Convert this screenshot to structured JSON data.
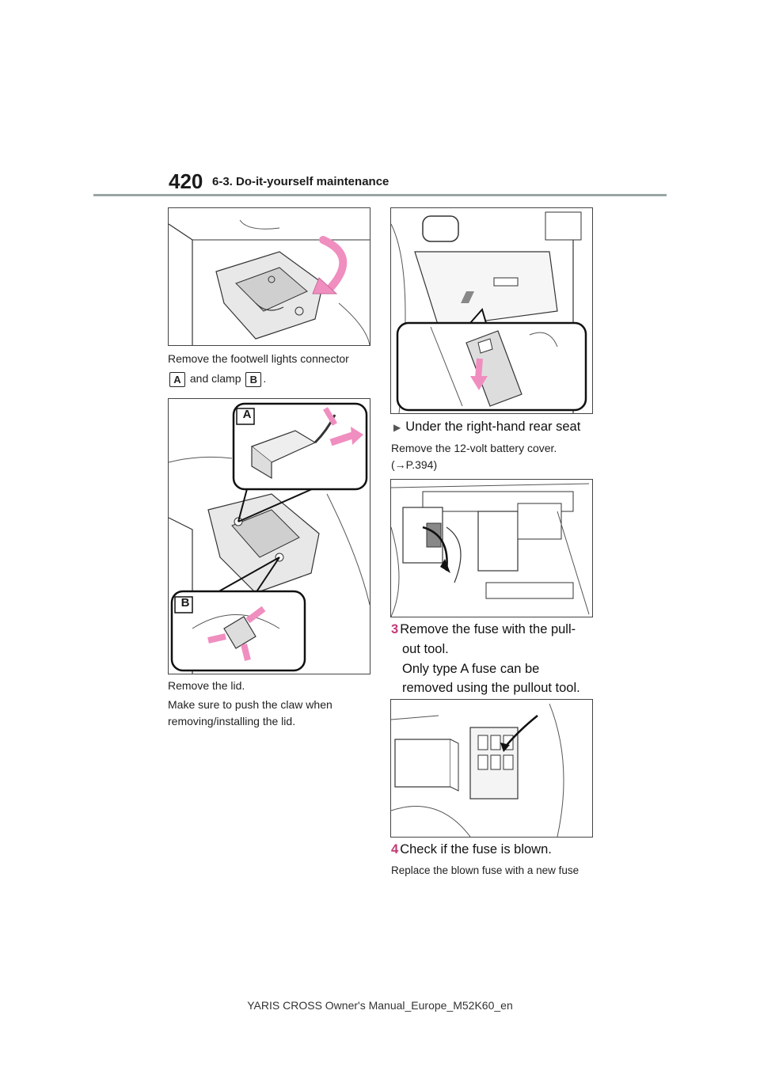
{
  "header": {
    "page_number": "420",
    "section_title": "6-3. Do-it-yourself maintenance"
  },
  "left_column": {
    "caption1_line1": "Remove the footwell lights connector",
    "callout_a": "A",
    "caption1_mid": " and clamp ",
    "callout_b": "B",
    "caption1_end": ".",
    "figure2_label_a": "A",
    "figure2_label_b": "B",
    "caption2": "Remove the lid.",
    "caption3_line1": "Make sure to push the claw when",
    "caption3_line2": "removing/installing the lid."
  },
  "right_column": {
    "bullet_heading": "Under the right-hand rear seat",
    "caption4_line1": "Remove the 12-volt battery cover.",
    "caption4_line2": "(→P.394)",
    "step3_num": "3",
    "step3_line1": "Remove the fuse with the pull-",
    "step3_line2": "out tool.",
    "step3_line3": "Only type A fuse can be",
    "step3_line4": "removed using the pullout tool.",
    "step4_num": "4",
    "step4_text": "Check if the fuse is blown.",
    "caption5": "Replace the blown fuse with a new fuse"
  },
  "footer": {
    "text": "YARIS CROSS Owner's Manual_Europe_M52K60_en"
  },
  "colors": {
    "accent_magenta": "#c23a76",
    "arrow_pink": "#f08ec0",
    "rule_gray": "#9aa5a6"
  }
}
